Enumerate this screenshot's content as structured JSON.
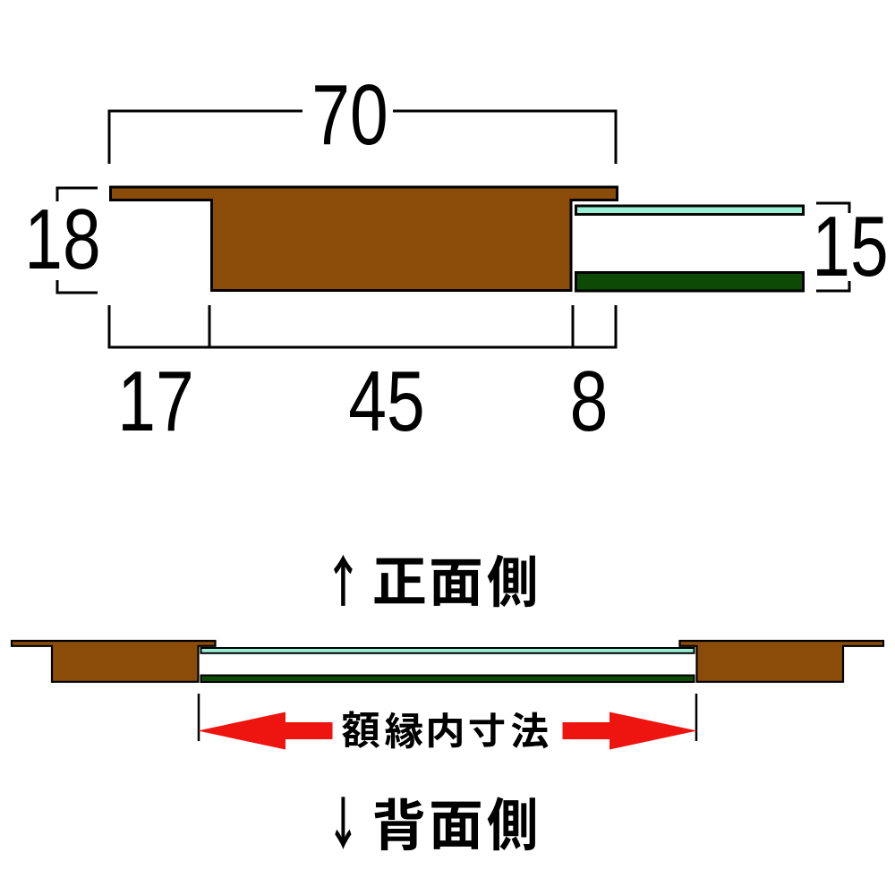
{
  "colors": {
    "background": "#ffffff",
    "frame_wood": "#8a4c08",
    "glass": "#99eed6",
    "backing_board": "#0d4a05",
    "arrow_red": "#ee1410",
    "line": "#000000"
  },
  "profile_dimensions": {
    "overall_width": "70",
    "overall_height": "18",
    "rabbet_height": "15",
    "bottom_widths": {
      "overhang": "17",
      "body": "45",
      "lip": "8"
    }
  },
  "labels": {
    "front_side": {
      "arrow": "↑",
      "text": "正面側",
      "full": "↑ 正面側"
    },
    "back_side": {
      "arrow": "↓",
      "text": "背面側",
      "full": "↓ 背面側"
    },
    "inner_dimension": {
      "text": "額縁内寸法"
    }
  }
}
